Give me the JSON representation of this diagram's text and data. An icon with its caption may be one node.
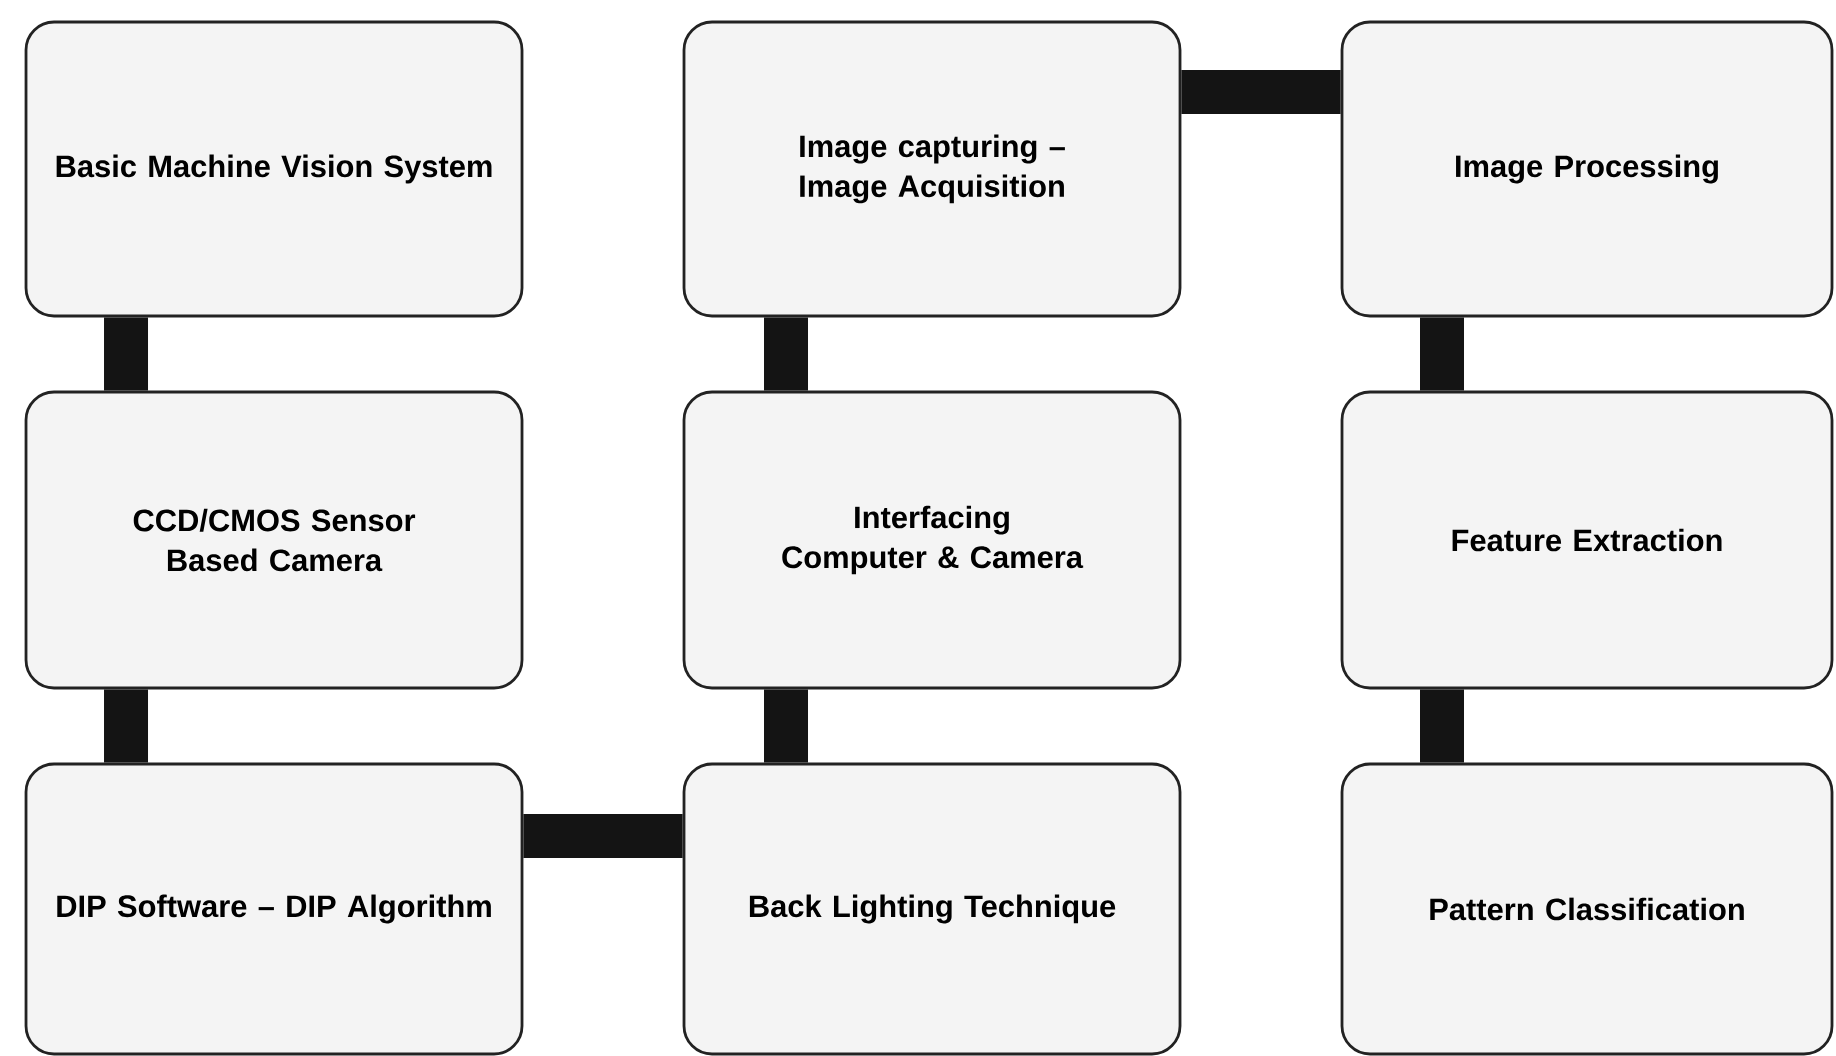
{
  "diagram": {
    "nodes": [
      {
        "text": [
          "Basic Machine Vision System"
        ]
      },
      {
        "text": [
          "CCD/CMOS Sensor Based Camera"
        ]
      },
      {
        "text": [
          "DIP Software – DIP Algorithm"
        ]
      },
      {
        "text": [
          "Back Lighting Technique"
        ]
      },
      {
        "text": [
          "Interfacing Computer & Camera"
        ]
      },
      {
        "text": [
          "Image capturing – Image Acquisition"
        ]
      },
      {
        "text": [
          "Image Processing"
        ]
      },
      {
        "text": [
          "Feature Extraction"
        ]
      },
      {
        "text": [
          "Pattern Classification"
        ]
      }
    ],
    "edges": [
      {
        "from": 0,
        "to": 1,
        "arrow": "none"
      },
      {
        "from": 1,
        "to": 2,
        "arrow": "none"
      },
      {
        "from": 2,
        "to": 3,
        "arrow": "none"
      },
      {
        "from": 3,
        "to": 4,
        "arrow": "none"
      },
      {
        "from": 4,
        "to": 5,
        "arrow": "none"
      },
      {
        "from": 5,
        "to": 6,
        "arrow": "none"
      },
      {
        "from": 6,
        "to": 7,
        "arrow": "none"
      },
      {
        "from": 7,
        "to": 8,
        "arrow": "none"
      }
    ]
  }
}
